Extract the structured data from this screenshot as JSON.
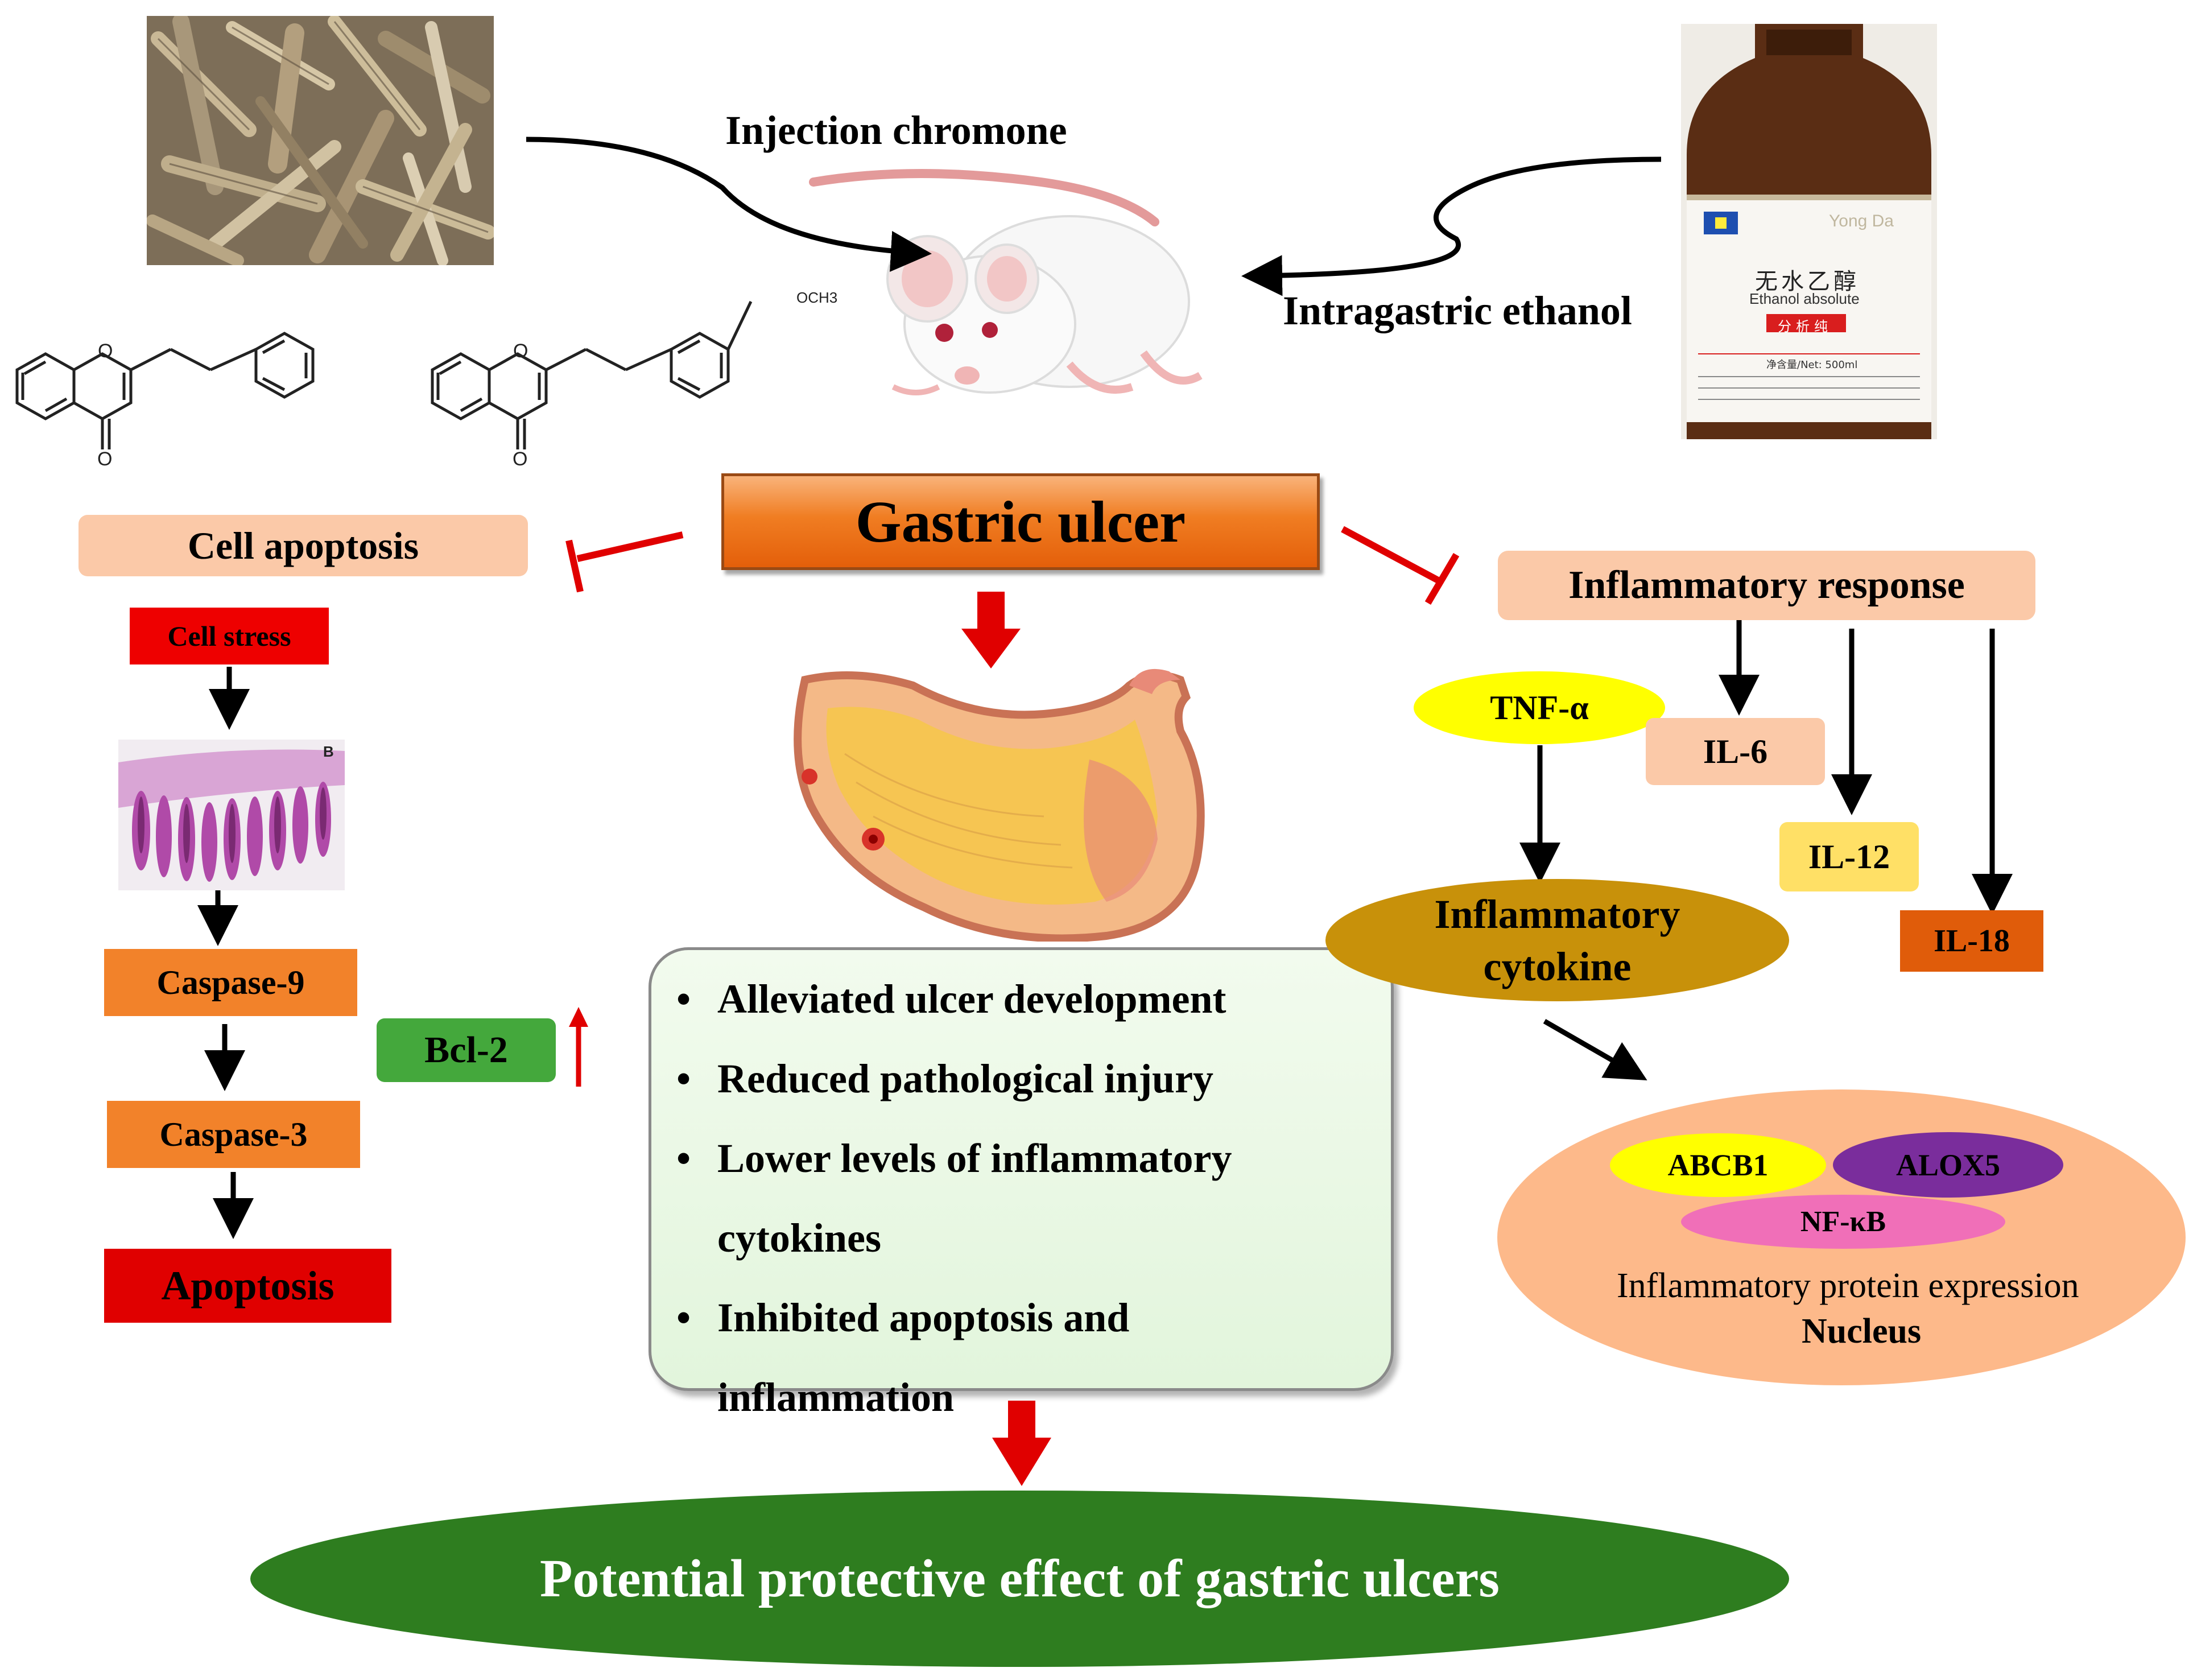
{
  "top": {
    "injection_label": "Injection chromone",
    "intragastric_label": "Intragastric ethanol"
  },
  "structures": {
    "methoxy_label": "OCH3"
  },
  "bottle": {
    "cn_title": "无水乙醇",
    "en_title": "Ethanol absolute",
    "grade": "分析纯",
    "net": "净含量/Net: 500ml",
    "brand": "Yong Da"
  },
  "center": {
    "title": "Gastric ulcer",
    "findings": [
      "Alleviated ulcer development",
      "Reduced pathological injury",
      " Lower levels of inflammatory cytokines",
      "Inhibited apoptosis and inflammation"
    ]
  },
  "apoptosis": {
    "header": "Cell apoptosis",
    "cell_stress": "Cell stress",
    "caspase9": "Caspase-9",
    "caspase3": "Caspase-3",
    "result": "Apoptosis",
    "bcl2": "Bcl-2"
  },
  "inflammation": {
    "header": "Inflammatory response",
    "tnf": "TNF-α",
    "il6": "IL-6",
    "il12": "IL-12",
    "il18": "IL-18",
    "cytokine_line1": "Inflammatory",
    "cytokine_line2": "cytokine",
    "nucleus": {
      "abcb1": "ABCB1",
      "alox5": "ALOX5",
      "nfkb": "NF-κB",
      "expression": "Inflammatory protein expression",
      "label": "Nucleus"
    }
  },
  "conclusion": "Potential protective effect of gastric ulcers",
  "colors": {
    "red_arrow": "#e00000",
    "orange_box": "#f2822a",
    "peach": "#fbc9a8",
    "yellow": "#ffff00",
    "olive": "#c8910a",
    "green_pill": "#44a83c",
    "green_ellipse": "#2e7d1f",
    "purple": "#7a2d9c",
    "pink": "#f06fb8",
    "light_green": "#e8f8e2"
  }
}
